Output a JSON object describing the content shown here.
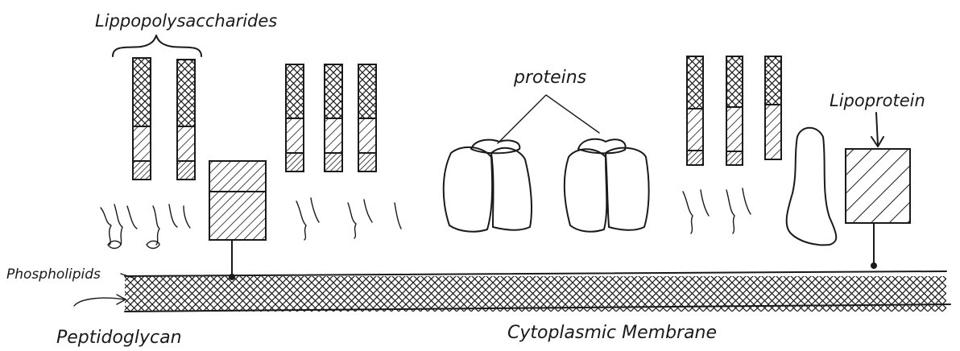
{
  "labels": {
    "lipopolysaccharides": "Lippopolysaccharides",
    "proteins": "proteins",
    "lipoprotein": "Lipoprotein",
    "phospholipids": "Phospholipids",
    "peptidoglycan": "Peptidoglycan",
    "cytoplasmic_membrane": "Cytoplasmic Membrane"
  }
}
